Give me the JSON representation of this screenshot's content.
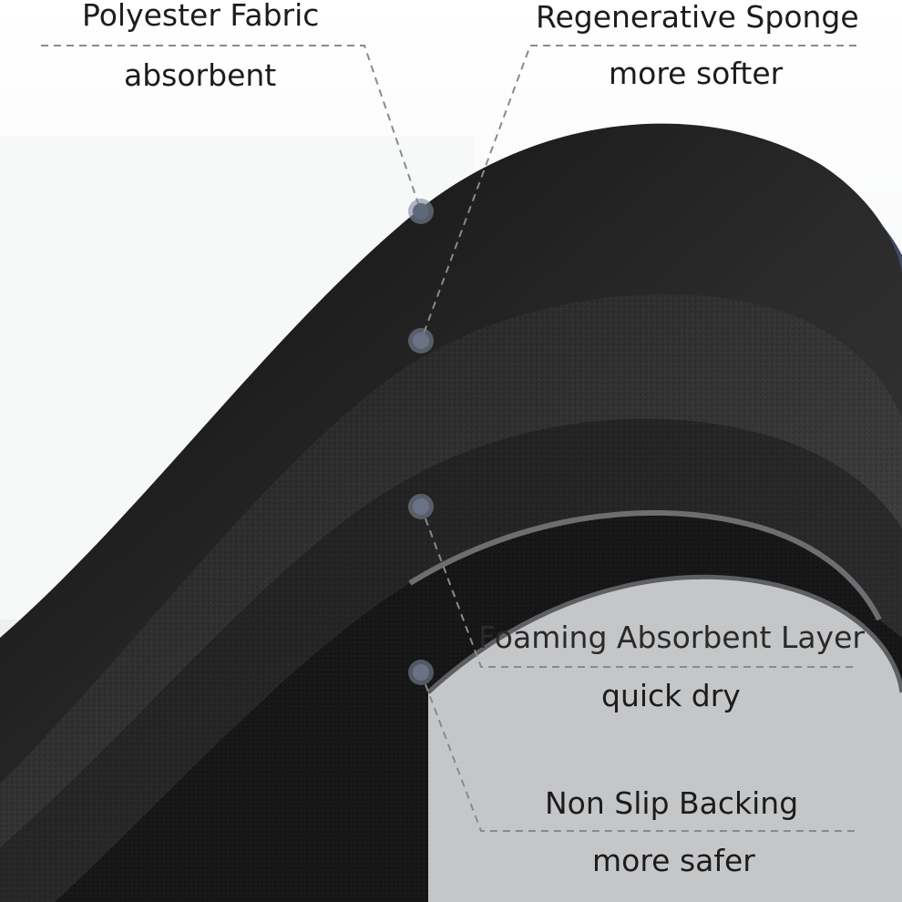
{
  "callouts": {
    "polyester_fabric": {
      "title": "Polyester Fabric",
      "subtitle": "absorbent"
    },
    "regenerative_sponge": {
      "title": "Regenerative Sponge",
      "subtitle": "more softer"
    },
    "foaming_absorbent_layer": {
      "title": "Foaming Absorbent Layer",
      "subtitle": "quick dry"
    },
    "non_slip_backing": {
      "title": "Non Slip Backing",
      "subtitle": "more safer"
    }
  },
  "colors": {
    "background": "#ffffff",
    "surface_fabric": "#1a1a1a",
    "sponge_layer": "#2e2e2e",
    "foam_layer": "#262626",
    "backing_layer": "#181818",
    "backing_edge": "#6c6e72",
    "marker_dot": "#7d8597",
    "leader_line": "#8a8a8a",
    "blue_accent": "#3f4a66"
  }
}
